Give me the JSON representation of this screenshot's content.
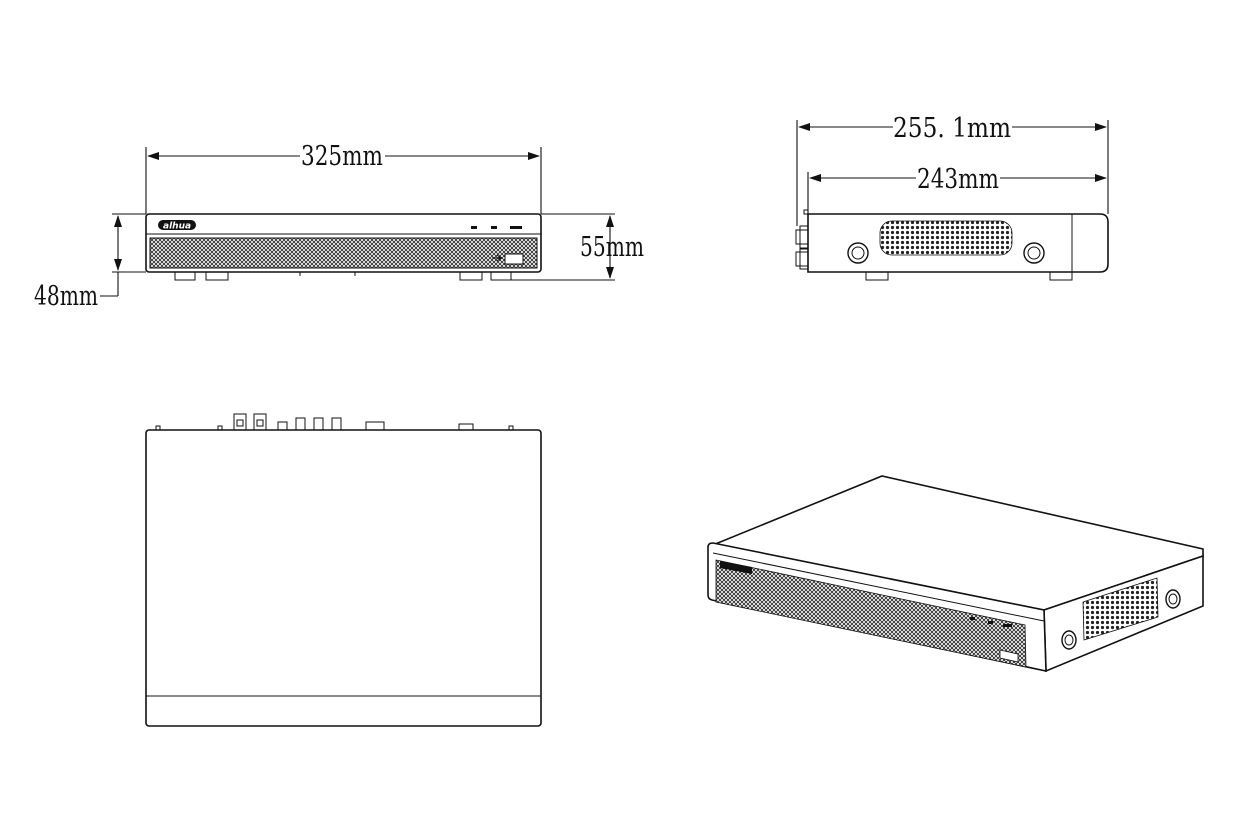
{
  "dimensions": {
    "width": "325mm",
    "height_total": "55mm",
    "height_body": "48mm",
    "depth_total": "255. 1mm",
    "depth_body": "243mm"
  },
  "brand": {
    "logo_text": "alhua"
  },
  "colors": {
    "line": "#111111",
    "background": "#ffffff"
  }
}
